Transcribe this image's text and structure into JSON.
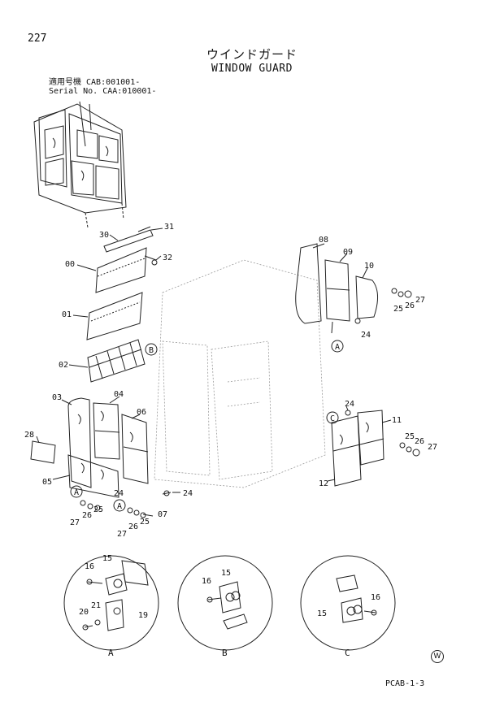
{
  "page_number": "227",
  "title_jp": "ウインドガード",
  "title_en": "WINDOW GUARD",
  "serial": {
    "line1": "適用号機  CAB:001001-",
    "line2": "Serial No. CAA:010001-"
  },
  "part_labels": {
    "p00": "00",
    "p01": "01",
    "p02": "02",
    "p03": "03",
    "p04": "04",
    "p05": "05",
    "p06": "06",
    "p07": "07",
    "p08": "08",
    "p09": "09",
    "p10": "10",
    "p11": "11",
    "p12": "12",
    "p15": "15",
    "p16": "16",
    "p19": "19",
    "p20": "20",
    "p21": "21",
    "p24": "24",
    "p25": "25",
    "p26": "26",
    "p27": "27",
    "p28": "28",
    "p30": "30",
    "p31": "31",
    "p32": "32"
  },
  "callouts": {
    "a": "A",
    "b": "B",
    "c": "C"
  },
  "detail_captions": {
    "a": "A",
    "b": "B",
    "c": "C"
  },
  "footer_code": "PCAB-1-3",
  "w_mark": "W"
}
